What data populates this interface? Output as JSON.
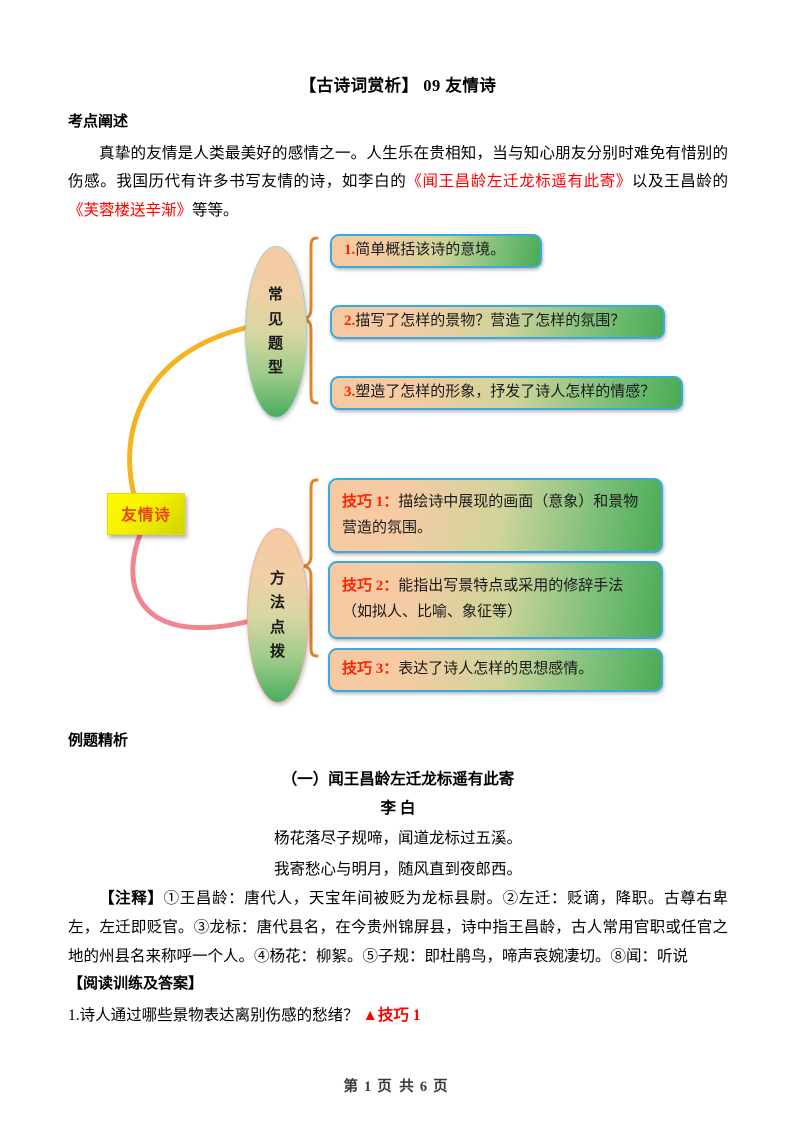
{
  "document": {
    "title": "【古诗词赏析】 09 友情诗",
    "sections": {
      "kaodian_head": "考点阐述",
      "kaodian_p1_a": "真挚的友情是人类最美好的感情之一。人生乐在贵相知，当与知心朋友分别时难免有惜别的伤感。我国历代有许多书写友情的诗，如李白的",
      "kaodian_poem1": "《闻王昌龄左迁龙标遥有此寄》",
      "kaodian_p1_b": "以及王昌龄的",
      "kaodian_poem2": "《芙蓉楼送辛渐》",
      "kaodian_p1_c": "等等。",
      "liti_head": "例题精析",
      "poem_title": "（一）闻王昌龄左迁龙标遥有此寄",
      "poem_author": "李 白",
      "poem_line1": "杨花落尽子规啼，闻道龙标过五溪。",
      "poem_line2": "我寄愁心与明月，随风直到夜郎西。",
      "notes_label": "【注释】",
      "notes_text": "①王昌龄：唐代人，天宝年间被贬为龙标县尉。②左迁：贬谪，降职。古尊右卑左，左迁即贬官。③龙标：唐代县名，在今贵州锦屏县，诗中指王昌龄，古人常用官职或任官之地的州县名来称呼一个人。④杨花：柳絮。⑤子规：即杜鹃鸟，啼声哀婉凄切。⑧闻：听说",
      "training_head": "【阅读训练及答案】",
      "q1_text": "1.诗人通过哪些景物表达离别伤感的愁绪？",
      "q1_marker": "▲技巧 1"
    },
    "footer": {
      "prefix": "第",
      "page": "1",
      "mid": "页 共",
      "total": "6",
      "suffix": "页"
    }
  },
  "diagram": {
    "center_node": {
      "label": "友情诗"
    },
    "branch_top": {
      "ellipse_label": "常见题型",
      "ellipse_chars": [
        "常",
        "见",
        "题",
        "型"
      ],
      "items": [
        {
          "num": "1.",
          "text": "简单概括该诗的意境。"
        },
        {
          "num": "2.",
          "text": "描写了怎样的景物？营造了怎样的氛围？"
        },
        {
          "num": "3.",
          "text": "塑造了怎样的形象，抒发了诗人怎样的情感？"
        }
      ]
    },
    "branch_bottom": {
      "ellipse_label": "方法点拨",
      "ellipse_chars": [
        "方",
        "法",
        "点",
        "拨"
      ],
      "items": [
        {
          "num": "技巧 1：",
          "text": "描绘诗中展现的画面（意象）和景物营造的氛围。"
        },
        {
          "num": "技巧 2：",
          "text": "能指出写景特点或采用的修辞手法（如拟人、比喻、象征等）"
        },
        {
          "num": "技巧 3：",
          "text": "表达了诗人怎样的思想感情。"
        }
      ]
    },
    "colors": {
      "box_border": "#3ba9e0",
      "box_gradient_start": "#f6c9a0",
      "box_gradient_end": "#4aab55",
      "brace": "#e08428",
      "connector_top": "#f5b320",
      "connector_bottom": "#f08591",
      "center_fill": "#fffb00",
      "center_text": "#e8421a",
      "highlight_red": "#ff0000"
    }
  }
}
